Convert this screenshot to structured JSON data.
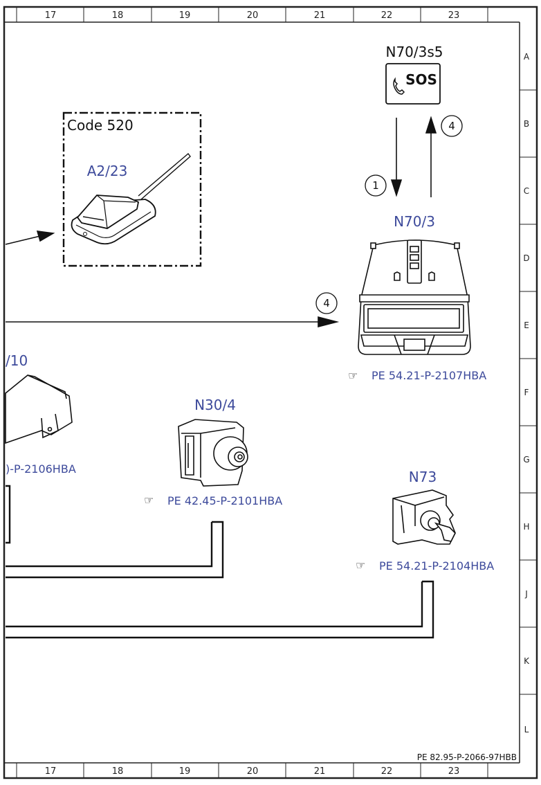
{
  "columns": [
    "17",
    "18",
    "19",
    "20",
    "21",
    "22",
    "23"
  ],
  "rows": [
    "A",
    "B",
    "C",
    "D",
    "E",
    "F",
    "G",
    "H",
    "J",
    "K",
    "L"
  ],
  "components": {
    "n70_3s5": {
      "label": "N70/3s5",
      "button_text": "SOS"
    },
    "code_box": {
      "label": "Code 520"
    },
    "a2_23": {
      "label": "A2/23"
    },
    "n70_3": {
      "label": "N70/3",
      "ref": "PE 54.21-P-2107HBA"
    },
    "partial_10": {
      "label": "/10",
      "ref": ")-P-2106HBA"
    },
    "n30_4": {
      "label": "N30/4",
      "ref": "PE 42.45-P-2101HBA"
    },
    "n73": {
      "label": "N73",
      "ref": "PE 54.21-P-2104HBA"
    }
  },
  "arrows": {
    "down_label": "1",
    "up_label": "4",
    "horizontal_label": "4"
  },
  "footer": {
    "doc_ref": "PE 82.95-P-2066-97HBB"
  },
  "icons": {
    "reference_hand": "pointing-hand-icon",
    "phone": "phone-icon"
  }
}
